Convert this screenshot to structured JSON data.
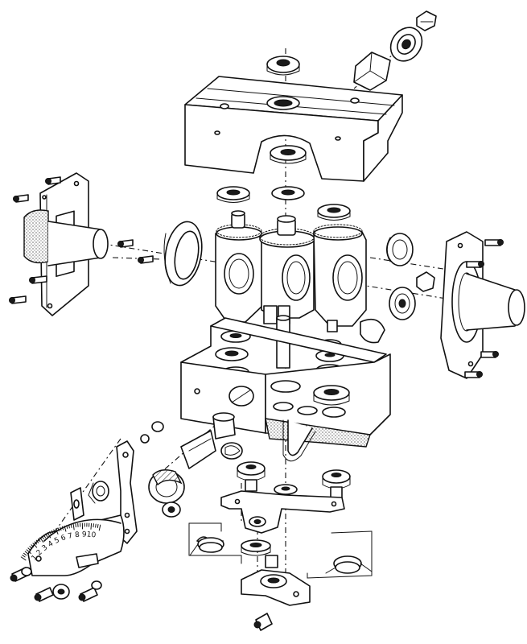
{
  "diagram": {
    "type": "exploded-assembly-drawing",
    "line_color": "#111111",
    "background": "#ffffff",
    "dial_scale": {
      "labels": [
        "1",
        "2",
        "3",
        "4",
        "5",
        "6",
        "7",
        "8",
        "9",
        "10"
      ]
    }
  }
}
